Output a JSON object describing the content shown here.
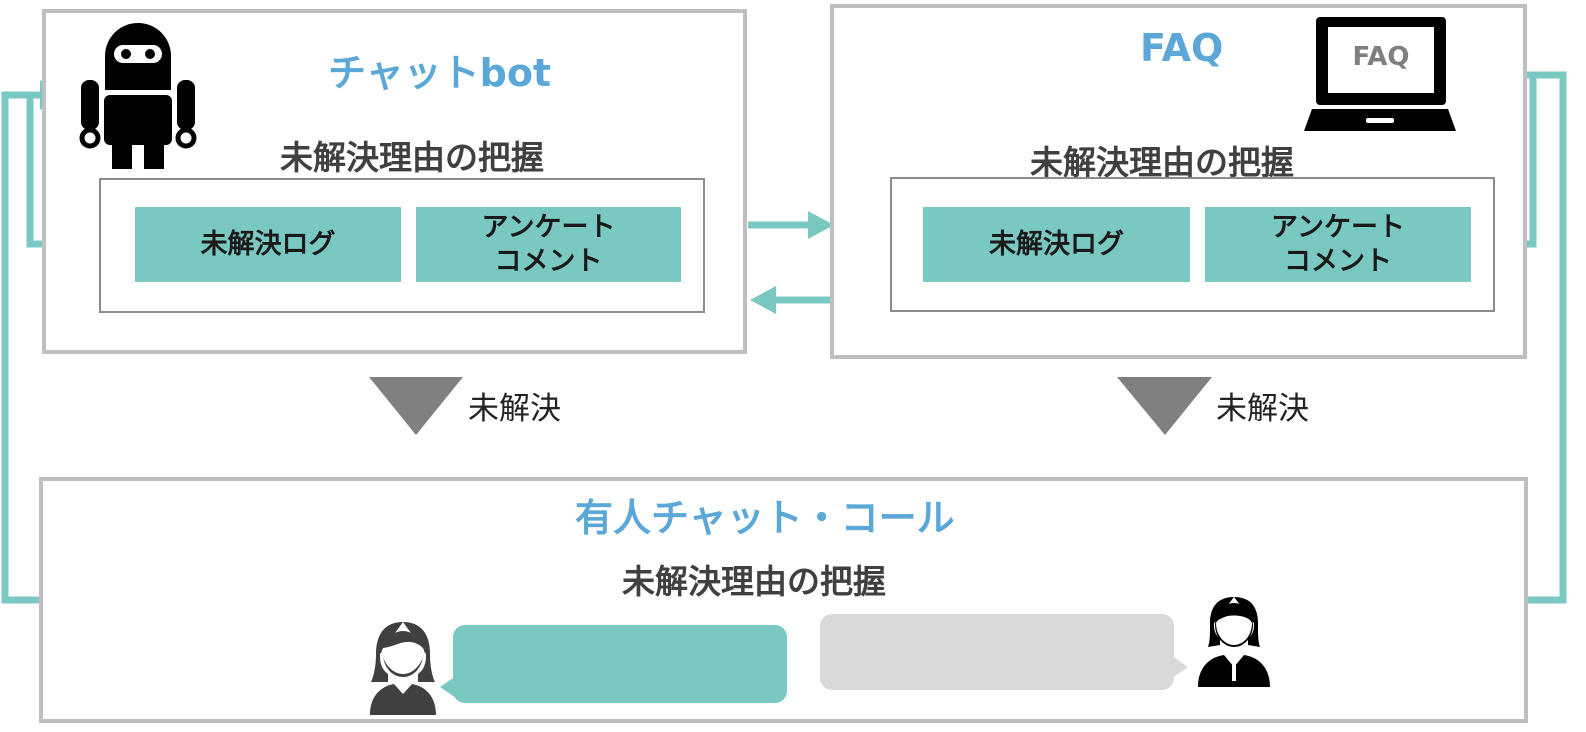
{
  "chatbot": {
    "title": "チャットbot",
    "subtitle": "未解決理由の把握",
    "tile_log": "未解決ログ",
    "tile_survey_line1": "アンケート",
    "tile_survey_line2": "コメント"
  },
  "faq": {
    "title": "FAQ",
    "subtitle": "未解決理由の把握",
    "tile_log": "未解決ログ",
    "tile_survey_line1": "アンケート",
    "tile_survey_line2": "コメント",
    "screen_text": "FAQ"
  },
  "flow": {
    "left_label": "未解決",
    "right_label": "未解決"
  },
  "human": {
    "title": "有人チャット・コール",
    "subtitle": "未解決理由の把握"
  },
  "colors": {
    "accent_teal": "#7ac8c2",
    "title_blue": "#5aa7d8",
    "panel_border": "#bfbfbf",
    "arrow_gray": "#808080",
    "bubble_gray": "#d9d9d9"
  },
  "icons": [
    "robot-icon",
    "laptop-icon",
    "customer-person-icon",
    "operator-person-icon"
  ]
}
